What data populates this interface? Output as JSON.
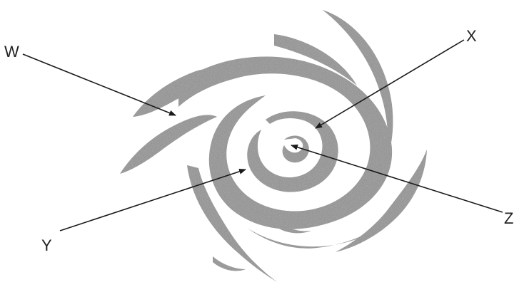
{
  "labels": {
    "w": "W",
    "x": "X",
    "y": "Y",
    "z": "Z"
  },
  "colors": {
    "spiral_fill": "#8c8c8c",
    "arrow": "#1a1a1a",
    "text": "#222222"
  }
}
